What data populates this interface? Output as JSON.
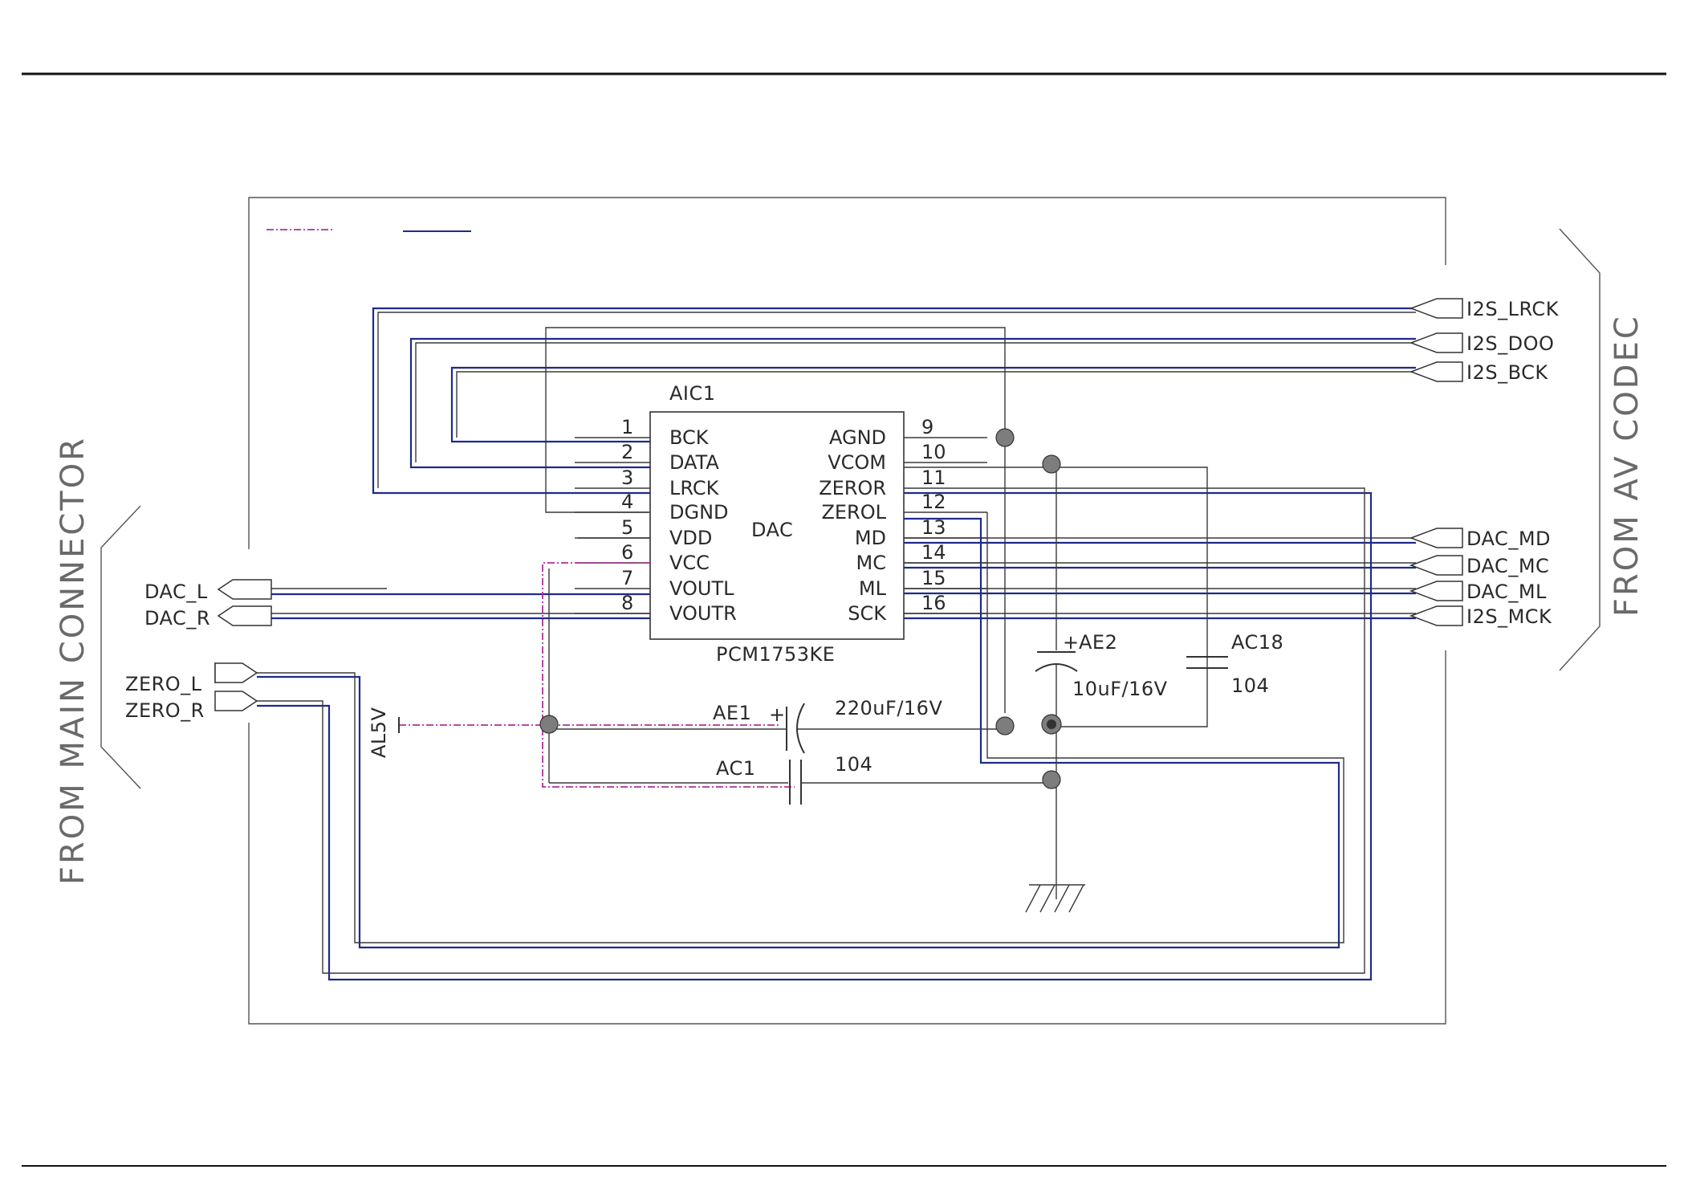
{
  "diagram": {
    "chip": {
      "ref": "AIC1",
      "part": "PCM1753KE",
      "function": "DAC"
    },
    "left_pins": [
      {
        "num": "1",
        "name": "BCK"
      },
      {
        "num": "2",
        "name": "DATA"
      },
      {
        "num": "3",
        "name": "LRCK"
      },
      {
        "num": "4",
        "name": "DGND"
      },
      {
        "num": "5",
        "name": "VDD"
      },
      {
        "num": "6",
        "name": "VCC"
      },
      {
        "num": "7",
        "name": "VOUTL"
      },
      {
        "num": "8",
        "name": "VOUTR"
      }
    ],
    "right_pins": [
      {
        "num": "9",
        "name": "AGND"
      },
      {
        "num": "10",
        "name": "VCOM"
      },
      {
        "num": "11",
        "name": "ZEROR"
      },
      {
        "num": "12",
        "name": "ZEROL"
      },
      {
        "num": "13",
        "name": "MD"
      },
      {
        "num": "14",
        "name": "MC"
      },
      {
        "num": "15",
        "name": "ML"
      },
      {
        "num": "16",
        "name": "SCK"
      }
    ],
    "right_connectors": [
      "I2S_LRCK",
      "I2S_DOO",
      "I2S_BCK",
      "DAC_MD",
      "DAC_MC",
      "DAC_ML",
      "I2S_MCK"
    ],
    "left_connectors": [
      "DAC_L",
      "DAC_R",
      "ZERO_L",
      "ZERO_R"
    ],
    "components": {
      "ae1": {
        "ref": "AE1",
        "value": "220uF/16V"
      },
      "ae2": {
        "ref": "AE2",
        "value": "10uF/16V"
      },
      "ac18": {
        "ref": "AC18",
        "value": "104"
      },
      "ac1": {
        "ref": "AC1",
        "value": "104"
      }
    },
    "power_label": "AL5V",
    "side_labels": {
      "left": "FROM MAIN CONNECTOR",
      "right": "FROM AV CODEC"
    },
    "colors": {
      "signal_wire": "#1f2a8a",
      "power_wire": "#b0309a",
      "wire": "#3a3a3a"
    }
  }
}
